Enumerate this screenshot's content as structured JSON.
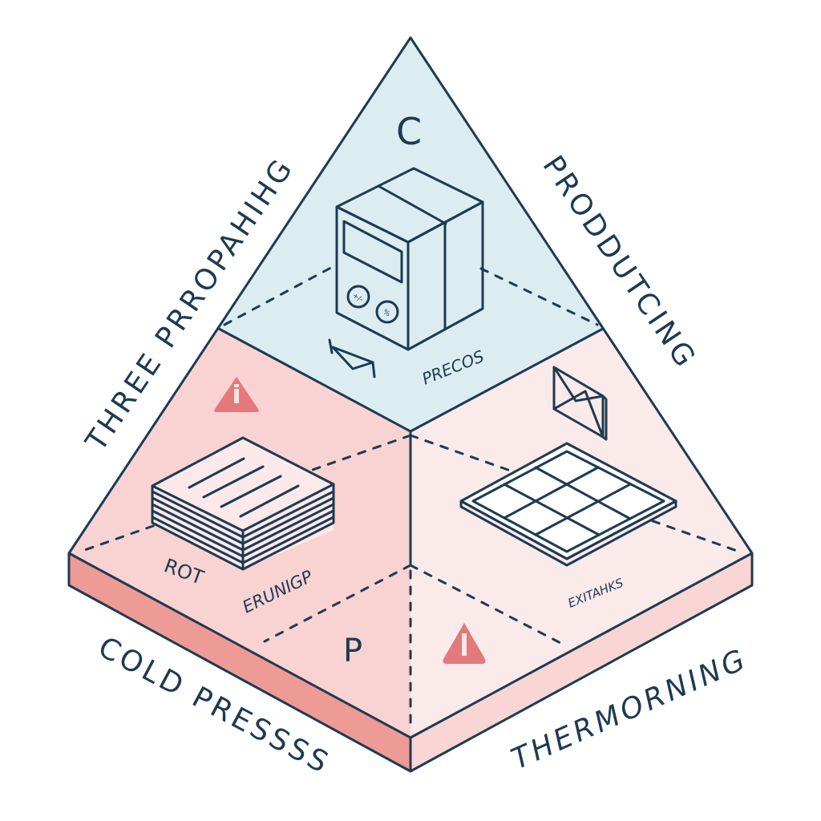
{
  "diagram": {
    "type": "isometric-triangle-diagram",
    "colors": {
      "ink": "#1d3a52",
      "top_section": "#dcedf2",
      "left_section": "#f8d3d1",
      "right_section": "#fbeaea",
      "base_left_side": "#ee9a95",
      "base_right_side": "#f9d6d3",
      "accent_red": "#e5787a",
      "grid_tile": "#ef8286"
    },
    "outer_labels": {
      "left_edge": "THREE PRROPAHIHG",
      "right_edge": "PRODDUTCING",
      "bottom_left": "COLD PRESSSS",
      "bottom_right": "THERMORNING"
    },
    "sections": {
      "top": {
        "letter": "C",
        "icon": "calculator-box-icon",
        "caption": "PRECOS",
        "calculator_buttons": [
          "+/-",
          "%"
        ]
      },
      "left": {
        "icon": "paper-stack-icon",
        "warning_icon": "warning-icon",
        "captions": [
          "ROT",
          "ERUNIGP"
        ]
      },
      "right": {
        "icon": "grid-tray-icon",
        "envelope_icon": "envelope-icon",
        "caption": "EXITAHKS"
      },
      "bottom": {
        "letter": "P",
        "warning_icon": "warning-icon"
      }
    }
  }
}
